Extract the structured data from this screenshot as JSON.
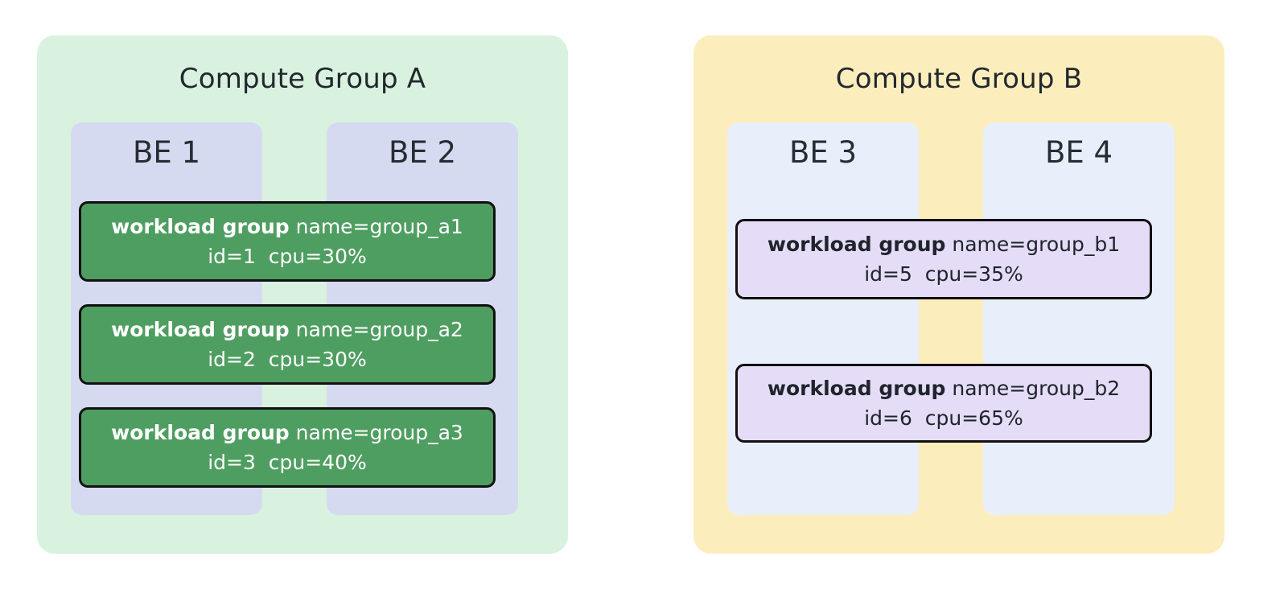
{
  "diagram": {
    "type": "architecture-diagram",
    "background": "#ffffff"
  },
  "groups": [
    {
      "title": "Compute Group A",
      "colors": {
        "container": "#d8f2df",
        "backend": "#d6daf1",
        "workload_bg": "#4f9e61",
        "workload_border": "#111111",
        "workload_text": "#ffffff"
      },
      "backends": [
        {
          "label": "BE 1"
        },
        {
          "label": "BE 2"
        }
      ],
      "workloads": [
        {
          "label": "workload group",
          "name": "name=group_a1",
          "details": "id=1  cpu=30%"
        },
        {
          "label": "workload group",
          "name": "name=group_a2",
          "details": "id=2  cpu=30%"
        },
        {
          "label": "workload group",
          "name": "name=group_a3",
          "details": "id=3  cpu=40%"
        }
      ]
    },
    {
      "title": "Compute Group B",
      "colors": {
        "container": "#fcedbd",
        "backend": "#e9effa",
        "workload_bg": "#e5ddf8",
        "workload_border": "#111111",
        "workload_text": "#20242c"
      },
      "backends": [
        {
          "label": "BE 3"
        },
        {
          "label": "BE 4"
        }
      ],
      "workloads": [
        {
          "label": "workload group",
          "name": "name=group_b1",
          "details": "id=5  cpu=35%"
        },
        {
          "label": "workload group",
          "name": "name=group_b2",
          "details": "id=6  cpu=65%"
        }
      ]
    }
  ]
}
